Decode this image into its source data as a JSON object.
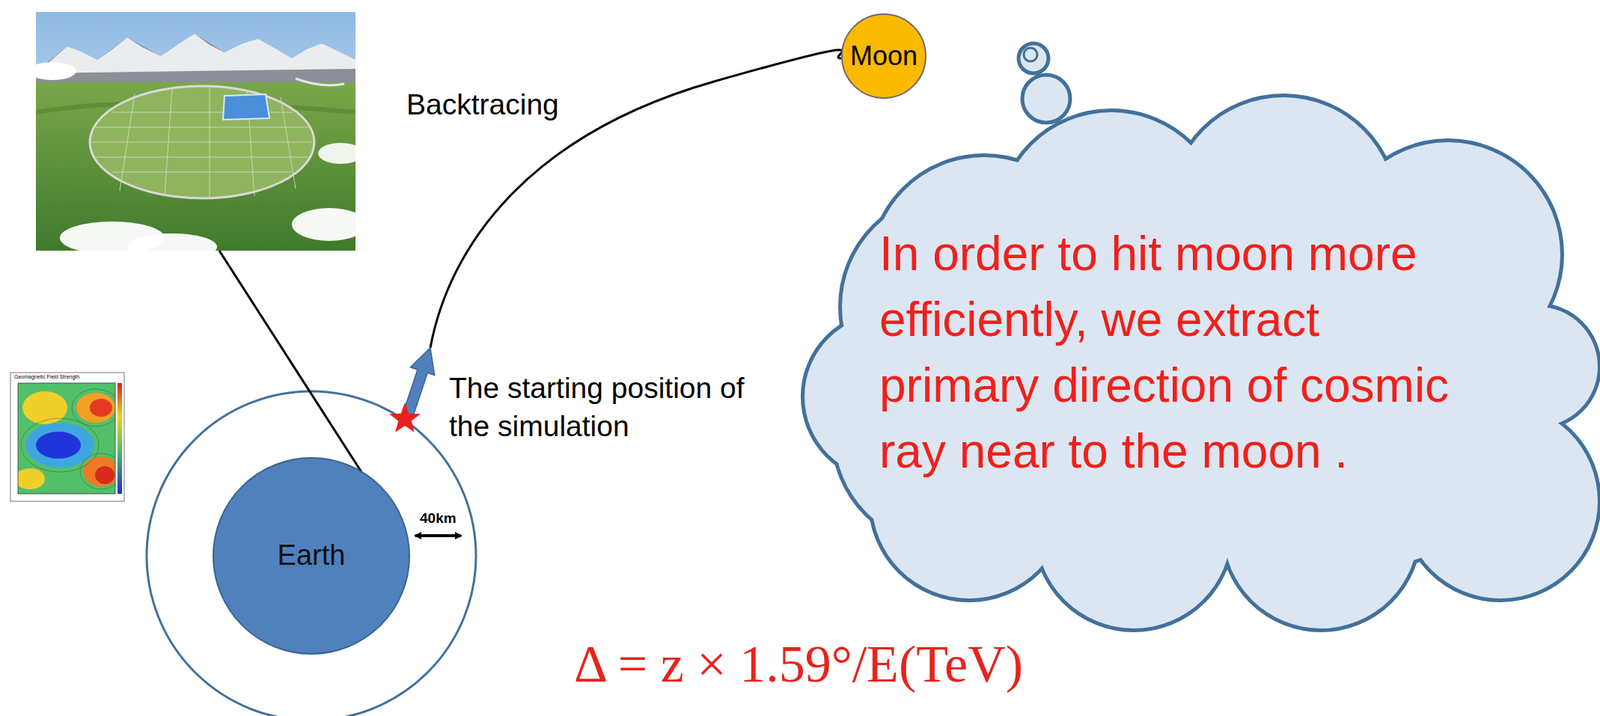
{
  "diagram": {
    "nodes": [
      {
        "text": [
          "Moon"
        ]
      },
      {
        "text": [
          "In order to hit moon more efficiently, we extract primary direction of cosmic ray near to the moon ."
        ]
      },
      {
        "text": [
          "Earth"
        ]
      }
    ],
    "labels": [
      "Backtracing",
      "The starting position of the simulation",
      "40km",
      "Geomagnetic Field Strength",
      "Δ = z × 1.59°/E(TeV)"
    ]
  }
}
